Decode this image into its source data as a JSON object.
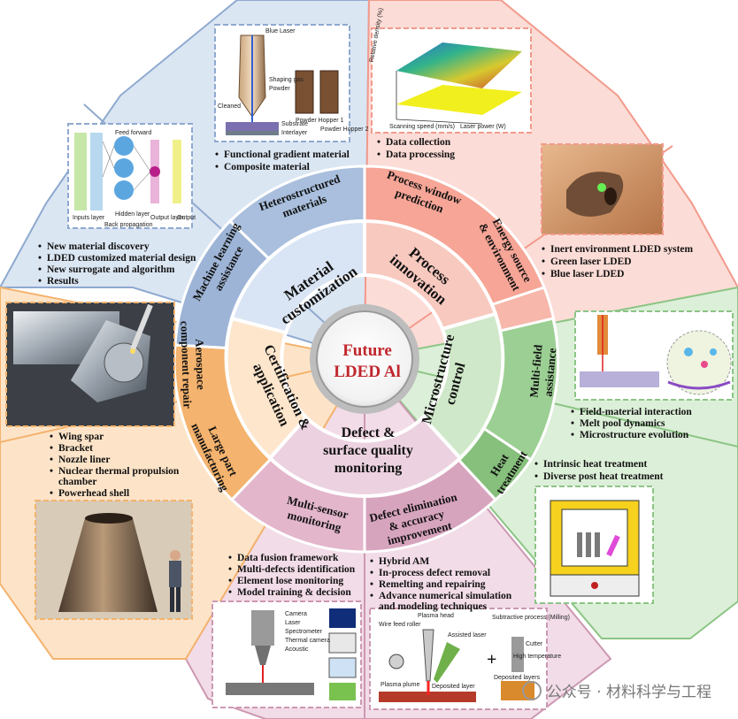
{
  "center": {
    "line1": "Future",
    "line2": "LDED Al"
  },
  "inner_ring": {
    "material": [
      "Material",
      "customization"
    ],
    "process": [
      "Process",
      "innovation"
    ],
    "microstructure": [
      "Microstructure",
      "control"
    ],
    "defect": [
      "Defect &",
      "surface quality",
      "monitoring"
    ],
    "certification": [
      "Certification &",
      "application"
    ]
  },
  "outer_ring": {
    "hetero": [
      "Heterostructured",
      "materials"
    ],
    "ml": [
      "Machine learning",
      "assistance"
    ],
    "pwp": [
      "Process window",
      "prediction"
    ],
    "energy": [
      "Energy source",
      "& environment"
    ],
    "multifield": [
      "Multi-field",
      "assistance"
    ],
    "heat": [
      "Heat",
      "treatment"
    ],
    "multisensor": [
      "Multi-sensor",
      "monitoring"
    ],
    "defect_elim": [
      "Defect elimination",
      "& accuracy",
      "improvement"
    ],
    "large_part": [
      "Large part",
      "manufacturing"
    ],
    "aerospace": [
      "Aerospace",
      "component repair"
    ]
  },
  "bullets": {
    "hetero": [
      "Functional gradient material",
      "Composite material"
    ],
    "ml": [
      "New material discovery",
      "LDED customized material design",
      "New surrogate and algorithm",
      "Results"
    ],
    "pwp": [
      "Data collection",
      "Data processing"
    ],
    "energy": [
      "Inert environment LDED system",
      "Green laser LDED",
      "Blue laser LDED"
    ],
    "multifield": [
      "Field-material interaction",
      "Melt pool dynamics",
      "Microstructure evolution"
    ],
    "heat": [
      "Intrinsic heat treatment",
      "Diverse post heat treatment"
    ],
    "multisensor": [
      "Data fusion framework",
      "Multi-defects identification",
      "Element lose monitoring",
      "Model training & decision"
    ],
    "defect_elim": [
      "Hybrid AM",
      "In-process defect removal",
      "Remelting and repairing",
      "Advance numerical simulation",
      "and modeling techniques"
    ],
    "aerospace": [
      "Wing spar",
      "Bracket",
      "Nozzle liner",
      "Nuclear thermal propulsion",
      "chamber",
      "Powerhead shell"
    ]
  },
  "figure_labels": {
    "nozzle": [
      "Blue Laser",
      "Powder",
      "Shaping gas",
      "Substrate",
      "Interlayer",
      "Cleaned",
      "Powder Hopper 1",
      "Powder Hopper 2"
    ],
    "ml_net": [
      "Inputs layer",
      "Hidden layer",
      "Output layer",
      "Output",
      "Feed forward",
      "Back propagation"
    ],
    "surface_plot": [
      "Laser power (W)",
      "Scanning speed (mm/s)",
      "Relative density (%)"
    ],
    "hybrid": [
      "Wire feed roller",
      "Plasma head",
      "Assisted laser",
      "Plasma plume",
      "Deposited layer",
      "Subtractive process (Milling)",
      "Cutter",
      "High temperature",
      "Deposited layers",
      "+"
    ],
    "sensor": [
      "Camera",
      "Laser",
      "Spectrometer",
      "Thermal camera",
      "Acoustic"
    ]
  },
  "watermark": "公众号 · 材料科学与工程",
  "colors": {
    "blue": "#8fa9cf",
    "blue_light": "#dbe6f3",
    "blue_dark": "#5e7fb0",
    "red": "#f29a8c",
    "red_light": "#fcdcd6",
    "red_dark": "#e06a5a",
    "green": "#8cc585",
    "green_light": "#dcefd8",
    "green_dark": "#5da255",
    "purple": "#cc98b2",
    "purple_light": "#f2dce7",
    "purple_dark": "#a9678a",
    "orange": "#f4b36e",
    "orange_light": "#fde4c8",
    "orange_dark": "#e08a37",
    "center_ring": "#c9c9c9"
  }
}
